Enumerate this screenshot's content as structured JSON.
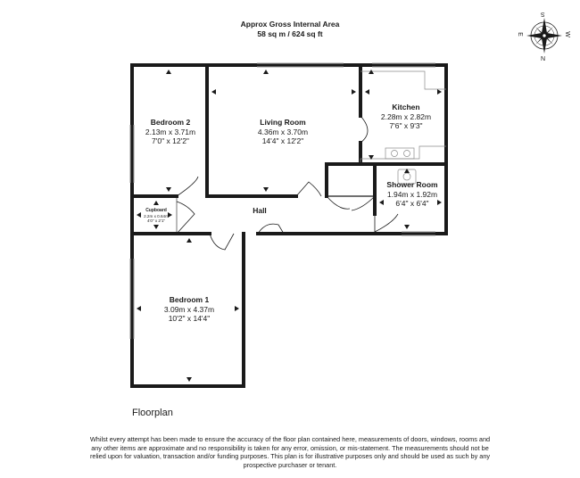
{
  "header": {
    "line1": "Approx Gross Internal Area",
    "line2": "58 sq m / 624 sq ft"
  },
  "compass": {
    "n": "N",
    "s": "S",
    "e": "E",
    "w": "W"
  },
  "rooms": {
    "bedroom2": {
      "name": "Bedroom 2",
      "metric": "2.13m x 3.71m",
      "imperial": "7'0\" x 12'2\""
    },
    "living": {
      "name": "Living Room",
      "metric": "4.36m x 3.70m",
      "imperial": "14'4\" x 12'2\""
    },
    "kitchen": {
      "name": "Kitchen",
      "metric": "2.28m x 2.82m",
      "imperial": "7'6\" x 9'3\""
    },
    "shower": {
      "name": "Shower Room",
      "metric": "1.94m x 1.92m",
      "imperial": "6'4\" x 6'4\""
    },
    "cupboard": {
      "name": "Cupboard",
      "metric": "2.2m x 0.64m",
      "imperial": "4'0\" x 2'1\""
    },
    "hall": {
      "name": "Hall"
    },
    "bedroom1": {
      "name": "Bedroom 1",
      "metric": "3.09m x 4.37m",
      "imperial": "10'2\" x 14'4\""
    }
  },
  "caption": "Floorplan",
  "disclaimer": "Whilst every attempt has been made to ensure the accuracy of the floor plan contained here, measurements of doors, windows, rooms and any other items are approximate and no responsibility is taken for any error, omission, or mis-statement. The measurements should not be relied upon for valuation, transaction and/or funding purposes. This plan is for illustrative purposes only and should be used as such by any prospective purchaser or tenant.",
  "colors": {
    "wall": "#1a1a1a",
    "window": "#9a9a9a",
    "fixture": "#8a8a8a"
  }
}
